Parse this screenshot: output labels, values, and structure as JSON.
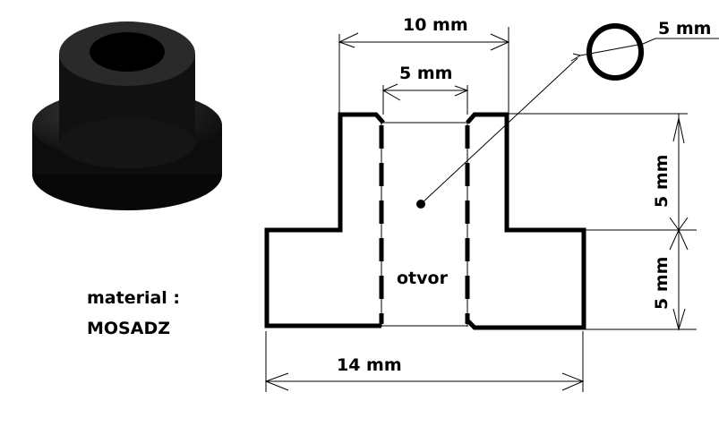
{
  "material": {
    "label": "material :",
    "value": "MOSADZ"
  },
  "dimensions": {
    "collar_width": "10 mm",
    "hole_width": "5 mm",
    "hole_circle_diameter": "5 mm",
    "collar_height": "5 mm",
    "flange_height": "5 mm",
    "flange_width": "14 mm"
  },
  "hole_label": "otvor",
  "colors": {
    "line": "#000000",
    "part": "#0a0a0a",
    "background": "#ffffff"
  }
}
